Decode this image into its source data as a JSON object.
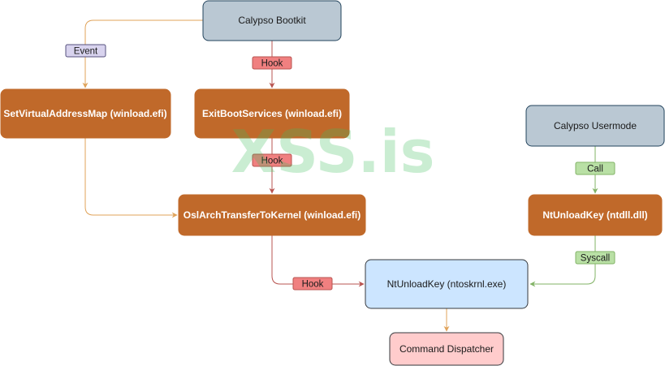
{
  "nodes": {
    "calypso_bootkit": "Calypso Bootkit",
    "set_virtual_address_map": "SetVirtualAddressMap (winload.efi)",
    "exit_boot_services": "ExitBootServices (winload.efi)",
    "osl_arch_transfer": "OslArchTransferToKernel (winload.efi)",
    "calypso_usermode": "Calypso Usermode",
    "nt_unload_key_ntdll": "NtUnloadKey (ntdll.dll)",
    "nt_unload_key_kernel": "NtUnloadKey (ntoskrnl.exe)",
    "command_dispatcher": "Command Dispatcher"
  },
  "edges": {
    "event": "Event",
    "hook_bootkit": "Hook",
    "hook_exit": "Hook",
    "hook_osl": "Hook",
    "call": "Call",
    "syscall": "Syscall"
  },
  "watermark": "XSS.is",
  "colors": {
    "gray_node": "#bac8d3",
    "orange_node": "#c0692a",
    "blue_node": "#cce5ff",
    "pink_node": "#ffcccc",
    "orange_edge": "#e0a35a",
    "red_edge": "#b85450",
    "green_edge": "#82b366",
    "event_badge": "#d8d3ee",
    "hook_badge": "#f08080",
    "green_badge": "#b9e0a5"
  }
}
